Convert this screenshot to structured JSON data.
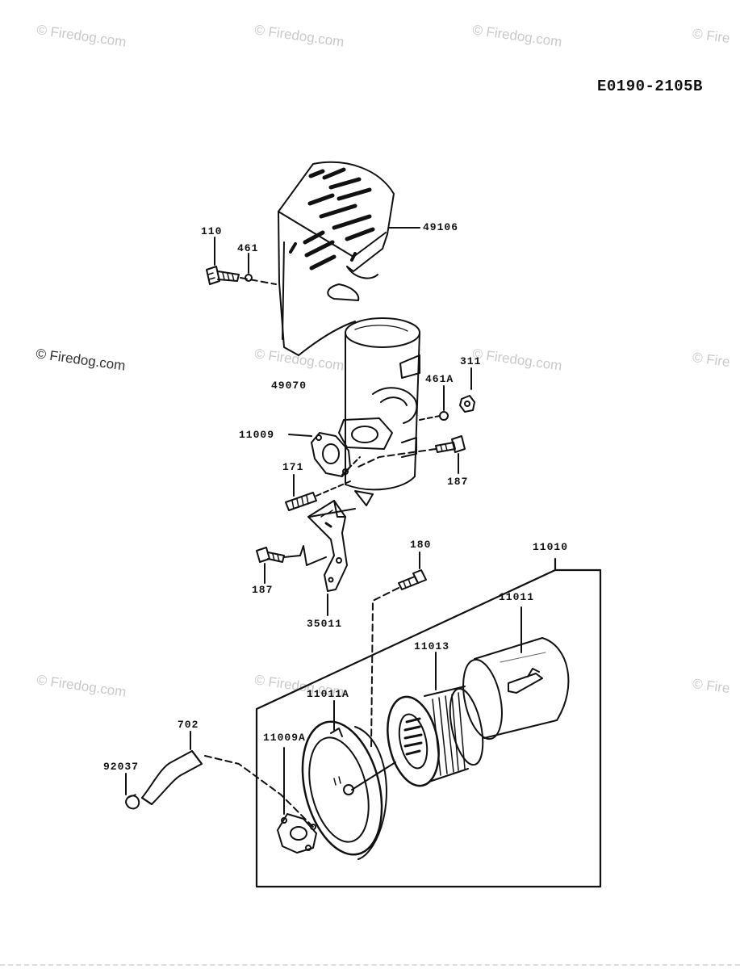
{
  "document": {
    "code": "E0190-2105B"
  },
  "watermarks": [
    "© Firedog.com",
    "© Firedog.com",
    "© Firedog.com",
    "© Fire",
    "© Firedog.com",
    "© Firedog.com",
    "© Firedog.com",
    "© Fire",
    "© Firedog.com",
    "© Firedog.com",
    "© Fire"
  ],
  "parts": {
    "p110": "110",
    "p461": "461",
    "p49106": "49106",
    "p49070": "49070",
    "p311": "311",
    "p461A": "461A",
    "p11009": "11009",
    "p171": "171",
    "p187a": "187",
    "p187b": "187",
    "p35011": "35011",
    "p180": "180",
    "p11010": "11010",
    "p11011": "11011",
    "p11013": "11013",
    "p11011A": "11011A",
    "p11009A": "11009A",
    "p702": "702",
    "p92037": "92037"
  }
}
